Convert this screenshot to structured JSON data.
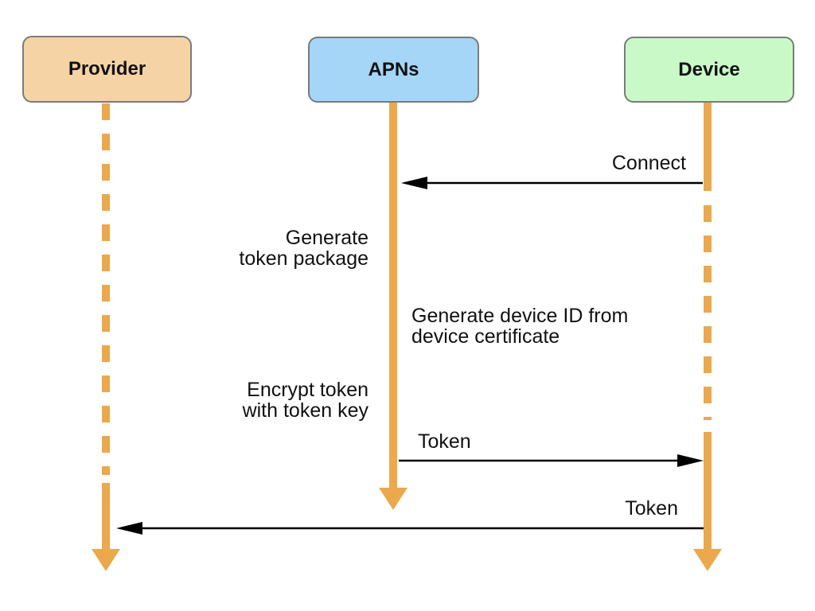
{
  "diagram": {
    "type": "sequence",
    "actors": [
      {
        "label": "Provider",
        "fill": "#F6D3A5"
      },
      {
        "label": "APNs",
        "fill": "#A5D6F7"
      },
      {
        "label": "Device",
        "fill": "#C9F9C7"
      }
    ],
    "messages": [
      {
        "label": "Connect",
        "from": "Device",
        "to": "APNs"
      },
      {
        "label": "Token",
        "from": "APNs",
        "to": "Device"
      },
      {
        "label": "Token",
        "from": "Device",
        "to": "Provider"
      }
    ],
    "self_actions": [
      {
        "actor": "APNs",
        "label": "Generate\ntoken package"
      },
      {
        "actor": "APNs",
        "label": "Generate device ID from\ndevice certificate"
      },
      {
        "actor": "APNs",
        "label": "Encrypt token\nwith token key"
      }
    ],
    "colors": {
      "lifeline": "#EBA84C",
      "box_border": "#7b7b7b",
      "message_line": "#000000",
      "text": "#111111"
    }
  }
}
